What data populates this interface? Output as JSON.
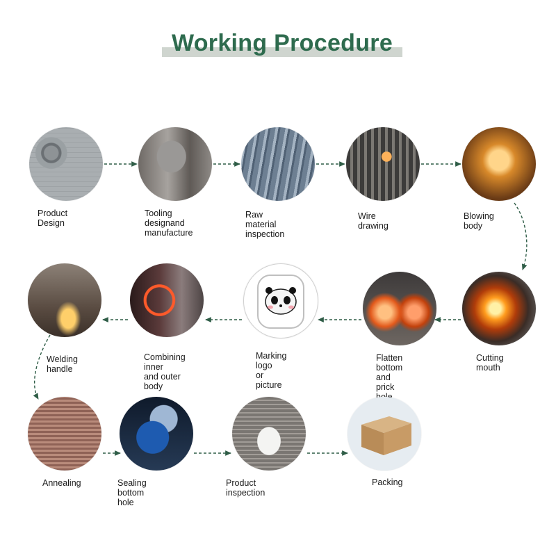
{
  "title": "Working Procedure",
  "colors": {
    "title": "#2e6b4e",
    "arrow": "#2f5d47"
  },
  "steps": [
    {
      "id": "product-design",
      "label": "Product Design",
      "photo": "cad-drawing-photo"
    },
    {
      "id": "tooling",
      "label": "Tooling designand\nmanufacture",
      "photo": "mold-photo"
    },
    {
      "id": "raw-material",
      "label": "Raw material\ninspection",
      "photo": "glass-tubes-photo"
    },
    {
      "id": "wire-drawing",
      "label": "Wire drawing",
      "photo": "machine-photo"
    },
    {
      "id": "blowing-body",
      "label": "Blowing body",
      "photo": "glass-cup-photo"
    },
    {
      "id": "cutting-mouth",
      "label": "Cutting mouth",
      "photo": "flame-cutting-photo"
    },
    {
      "id": "flatten-bottom",
      "label": "Flatten bottom\nand prick hole",
      "photo": "torch-photo"
    },
    {
      "id": "marking-logo",
      "label": "Marking logo\nor picture",
      "photo": "panda-cup-photo"
    },
    {
      "id": "combining",
      "label": "Combining inner\nand outer body",
      "photo": "heating-ring-photo"
    },
    {
      "id": "welding-handle",
      "label": "Welding handle",
      "photo": "welding-photo"
    },
    {
      "id": "annealing",
      "label": "Annealing",
      "photo": "annealing-belt-photo"
    },
    {
      "id": "sealing-bottom",
      "label": "Sealing bottom hole",
      "photo": "gloved-hand-photo"
    },
    {
      "id": "product-inspection",
      "label": "Product inspection",
      "photo": "inspection-photo"
    },
    {
      "id": "packing",
      "label": "Packing",
      "photo": "carton-box-photo"
    }
  ]
}
